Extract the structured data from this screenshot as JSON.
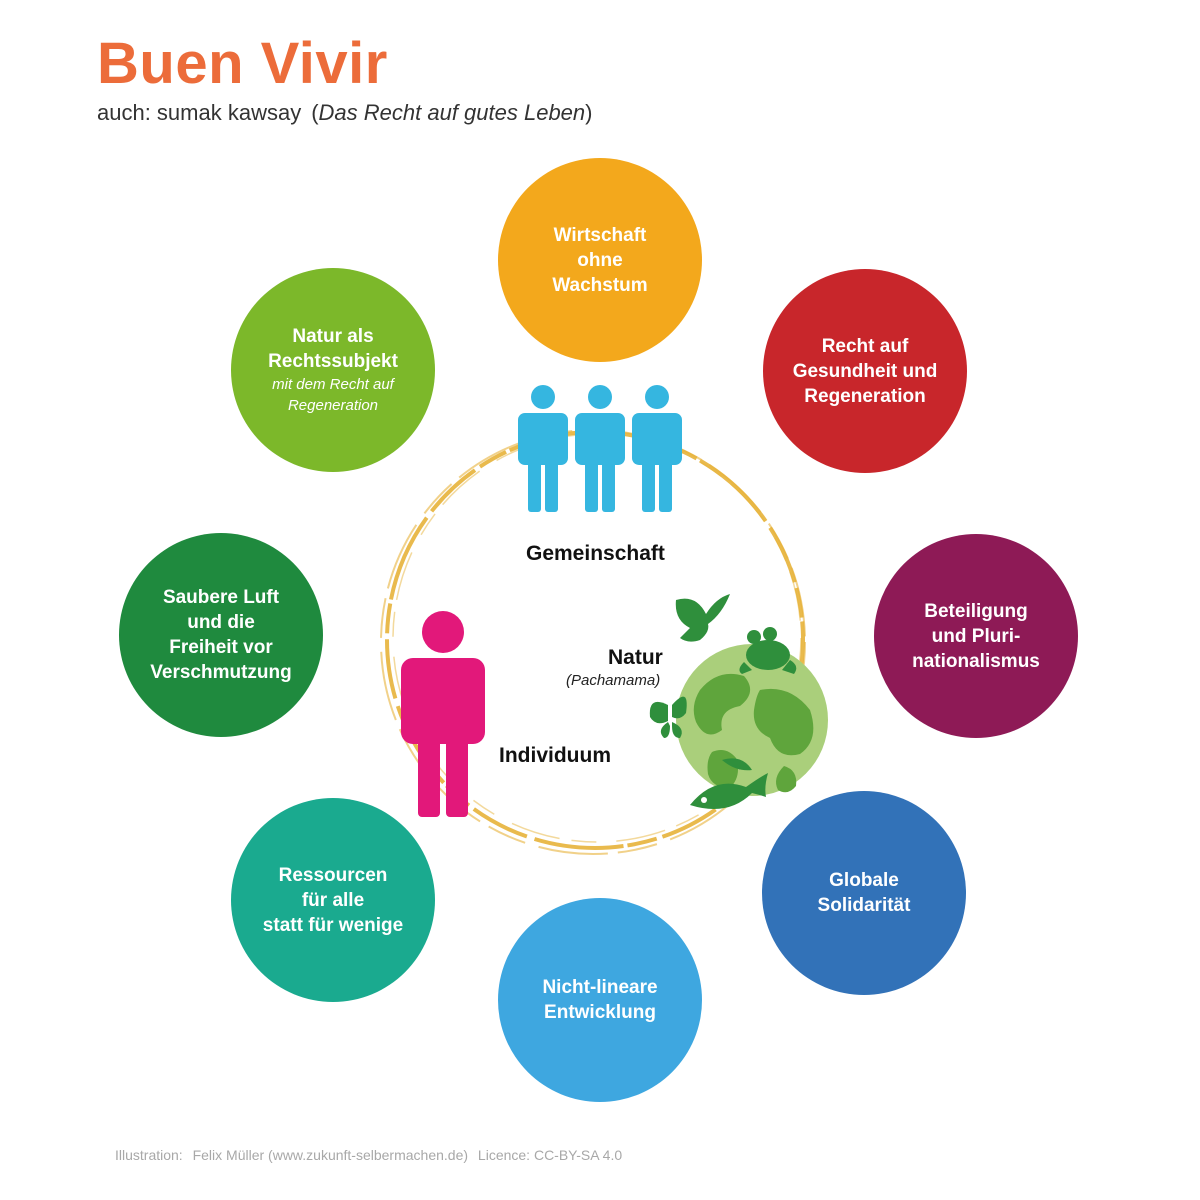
{
  "header": {
    "title": "Buen Vivir",
    "subtitle_main": "auch: sumak kawsay",
    "subtitle_open": "(",
    "subtitle_italic": "Das Recht auf gutes Leben",
    "subtitle_close": ")"
  },
  "bubbles": [
    {
      "lines": [
        "Wirtschaft",
        "ohne",
        "Wachstum"
      ],
      "color": "#f3a81c"
    },
    {
      "lines": [
        "Recht auf",
        "Gesundheit und",
        "Regeneration"
      ],
      "color": "#c8262b"
    },
    {
      "lines": [
        "Beteiligung",
        "und Pluri-",
        "nationalismus"
      ],
      "color": "#8e1a56"
    },
    {
      "lines": [
        "Globale",
        "Solidarität"
      ],
      "color": "#3272b8"
    },
    {
      "lines": [
        "Nicht-lineare",
        "Entwicklung"
      ],
      "color": "#3ea7e0"
    },
    {
      "lines": [
        "Ressourcen",
        "für alle",
        "statt für wenige"
      ],
      "color": "#1aaa8f"
    },
    {
      "lines": [
        "Saubere Luft",
        "und die",
        "Freiheit vor",
        "Verschmutzung"
      ],
      "color": "#1f8a3e"
    },
    {
      "lines": [
        "Natur als",
        "Rechtssubjekt"
      ],
      "notes": [
        "mit dem Recht auf",
        "Regeneration"
      ],
      "color": "#7cb82a"
    }
  ],
  "center": {
    "community": "Gemeinschaft",
    "nature": "Natur",
    "nature_sub": "(Pachamama)",
    "individual": "Individuum",
    "ring_color": "#e7b33a",
    "people_color": "#35b6e0",
    "individual_color": "#e2187a",
    "nature_color": "#2f8f3c"
  },
  "credit": {
    "illustration": "Illustration:",
    "author": "Felix Müller (www.zukunft-selbermachen.de)",
    "licence": "Licence: CC-BY-SA 4.0"
  }
}
